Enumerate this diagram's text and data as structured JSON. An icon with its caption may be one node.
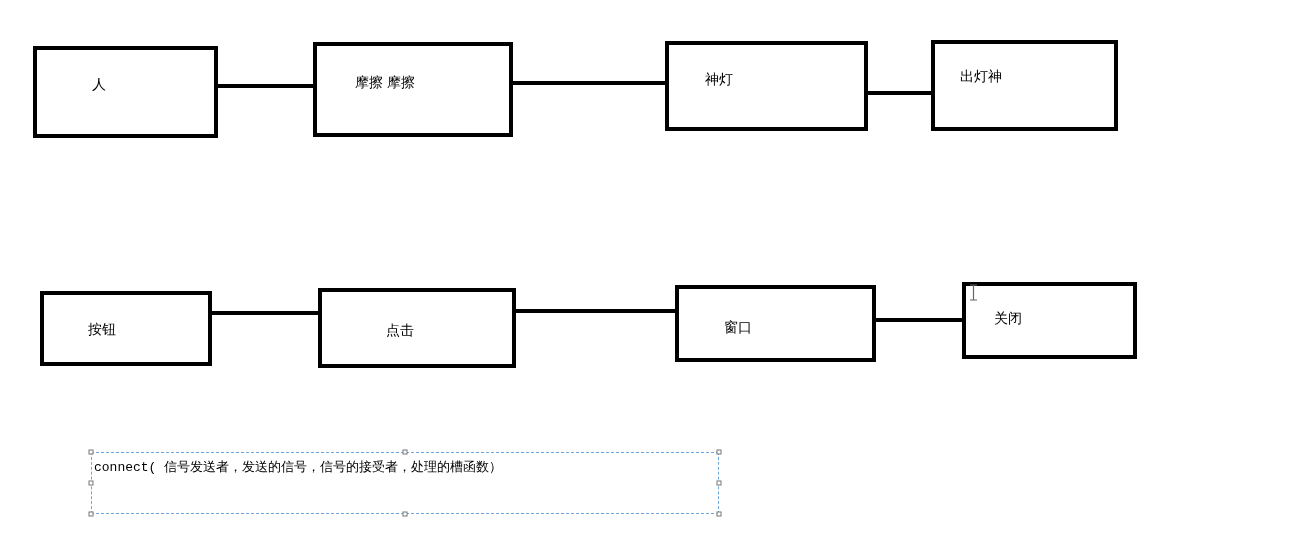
{
  "diagram": {
    "nodes": [
      {
        "text": [
          "人"
        ]
      },
      {
        "text": [
          "摩擦 摩擦"
        ]
      },
      {
        "text": [
          "神灯"
        ]
      },
      {
        "text": [
          "出灯神"
        ]
      },
      {
        "text": [
          "按钮"
        ]
      },
      {
        "text": [
          "点击"
        ]
      },
      {
        "text": [
          "窗口"
        ]
      },
      {
        "text": [
          "关闭"
        ]
      }
    ],
    "edges": [
      {
        "from": 0,
        "to": 1,
        "arrow": "none"
      },
      {
        "from": 1,
        "to": 2,
        "arrow": "none"
      },
      {
        "from": 2,
        "to": 3,
        "arrow": "none"
      },
      {
        "from": 4,
        "to": 5,
        "arrow": "none"
      },
      {
        "from": 5,
        "to": 6,
        "arrow": "none"
      },
      {
        "from": 6,
        "to": 7,
        "arrow": "none"
      }
    ],
    "labels": [
      "connect(  信号发送者，发送的信号，信号的接受者，处理的槽函数）"
    ]
  }
}
